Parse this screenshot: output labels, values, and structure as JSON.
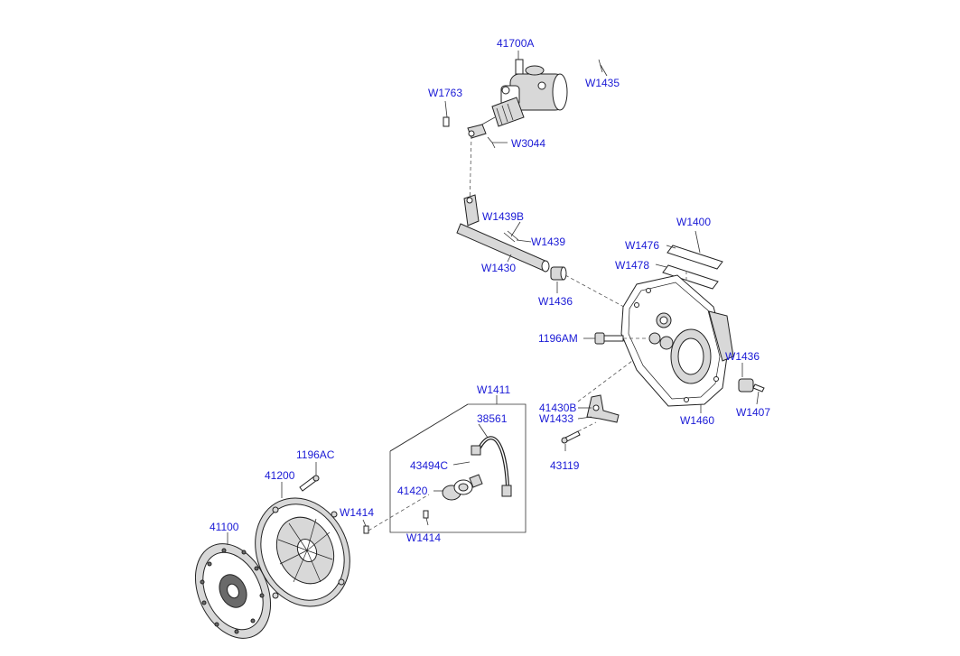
{
  "labels": {
    "p41700A": "41700A",
    "W1763": "W1763",
    "W1435": "W1435",
    "W3044": "W3044",
    "W1439B": "W1439B",
    "W1439": "W1439",
    "W1430": "W1430",
    "W1400": "W1400",
    "W1476": "W1476",
    "W1478": "W1478",
    "W1436a": "W1436",
    "p1196AM": "1196AM",
    "W1436b": "W1436",
    "W1407": "W1407",
    "W1460": "W1460",
    "W1411": "W1411",
    "p38561": "38561",
    "p41430B": "41430B",
    "W1433": "W1433",
    "p43494C": "43494C",
    "p43119": "43119",
    "p1196AC": "1196AC",
    "p41200": "41200",
    "p41420": "41420",
    "W1414a": "W1414",
    "W1414b": "W1414",
    "p41100": "41100"
  },
  "colors": {
    "label": "#1a1ad6",
    "line": "#222222"
  }
}
